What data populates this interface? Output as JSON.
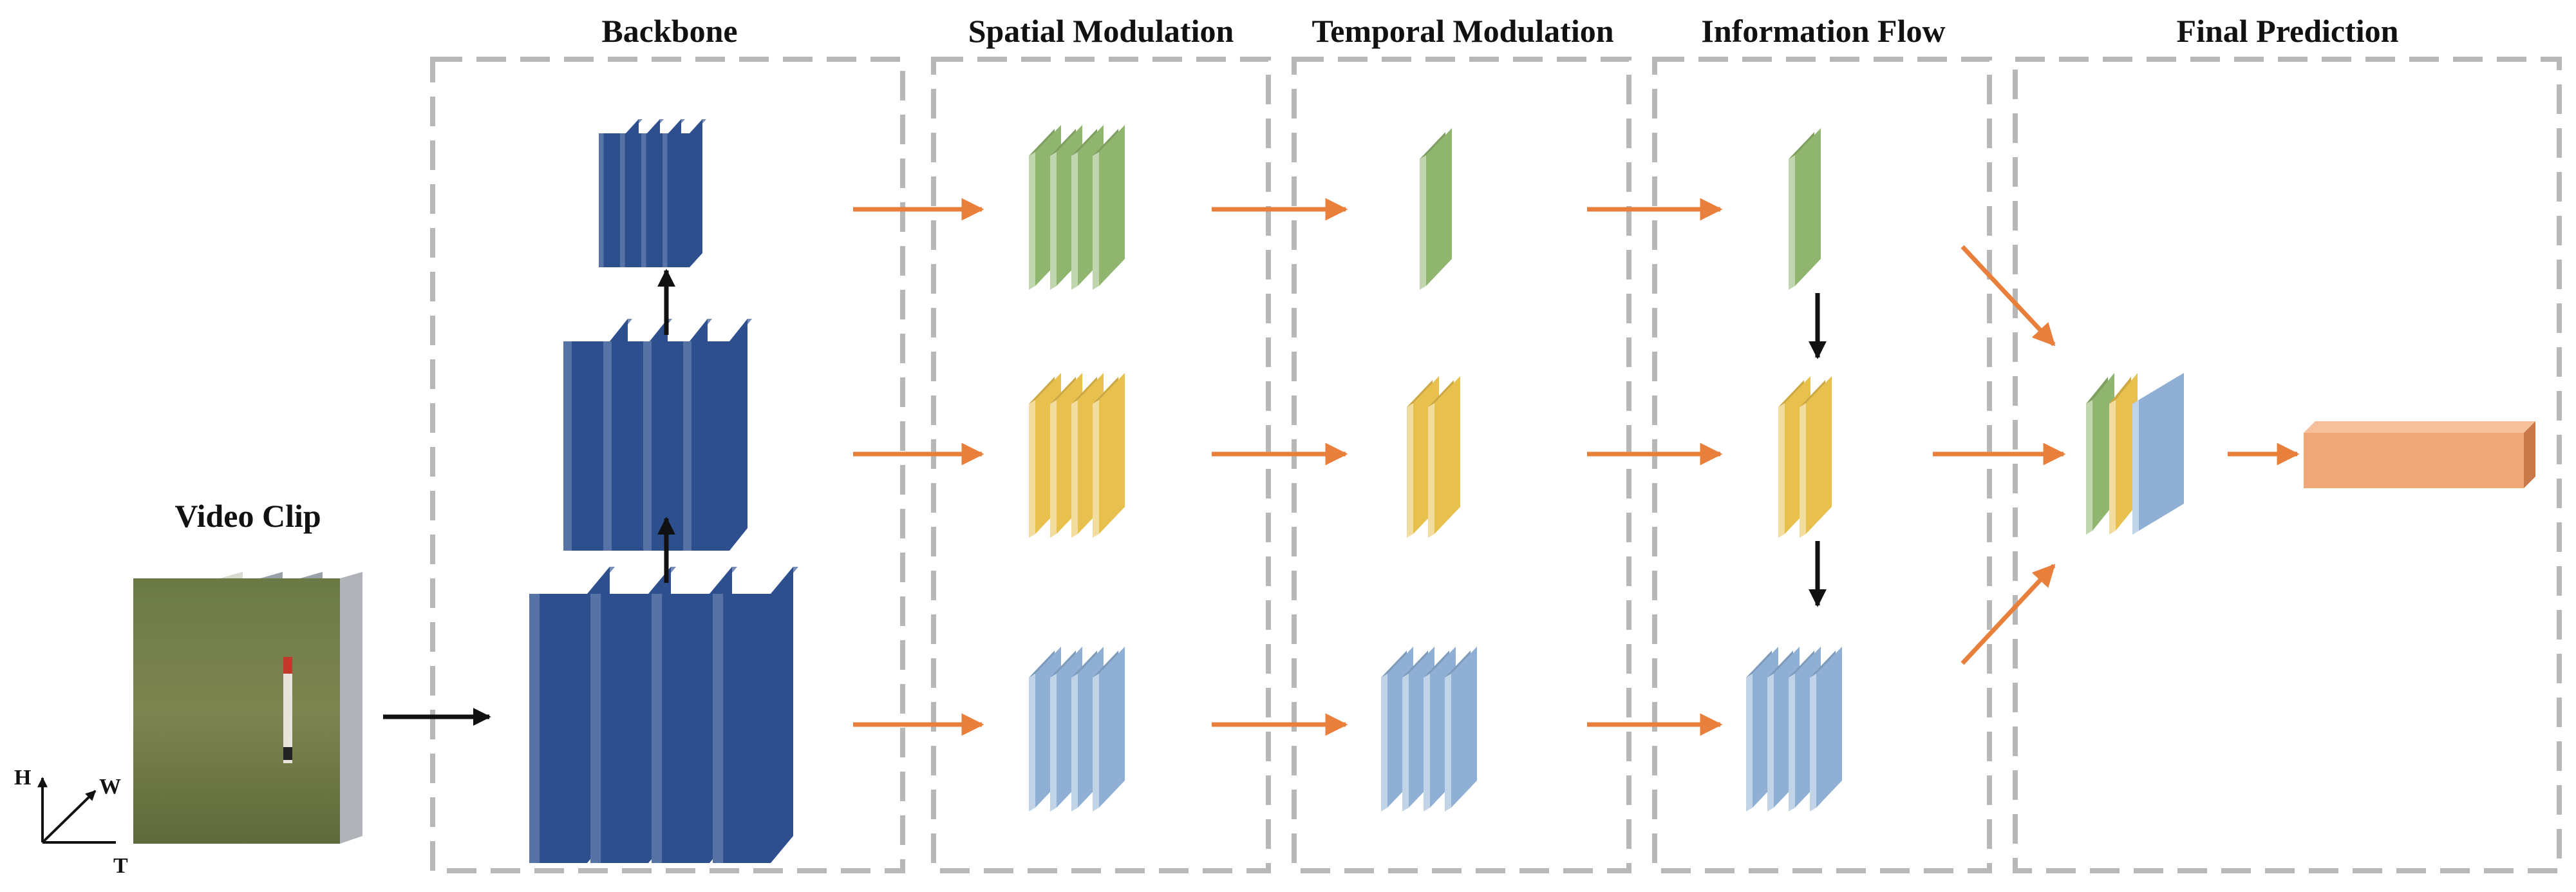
{
  "titles": {
    "video_clip": "Video Clip",
    "backbone": "Backbone",
    "spatial_modulation": "Spatial Modulation",
    "temporal_modulation": "Temporal Modulation",
    "information_flow": "Information Flow",
    "final_prediction": "Final Prediction"
  },
  "axes": {
    "h": "H",
    "w": "W",
    "t": "T"
  },
  "colors": {
    "green": "#8fb56e",
    "yellow": "#e8c04e",
    "blue": "#8fb0d4",
    "orange_arrow": "#e8803c",
    "black_arrow": "#111111",
    "dashed_box": "#b8b8b8",
    "output_block": "#f0a878",
    "feature_map": "#2d4f8e",
    "grass": "#6e7a44"
  },
  "levels": [
    "top",
    "middle",
    "bottom"
  ],
  "icons": [
    "arrow-right-icon",
    "arrow-up-icon",
    "arrow-down-icon"
  ]
}
